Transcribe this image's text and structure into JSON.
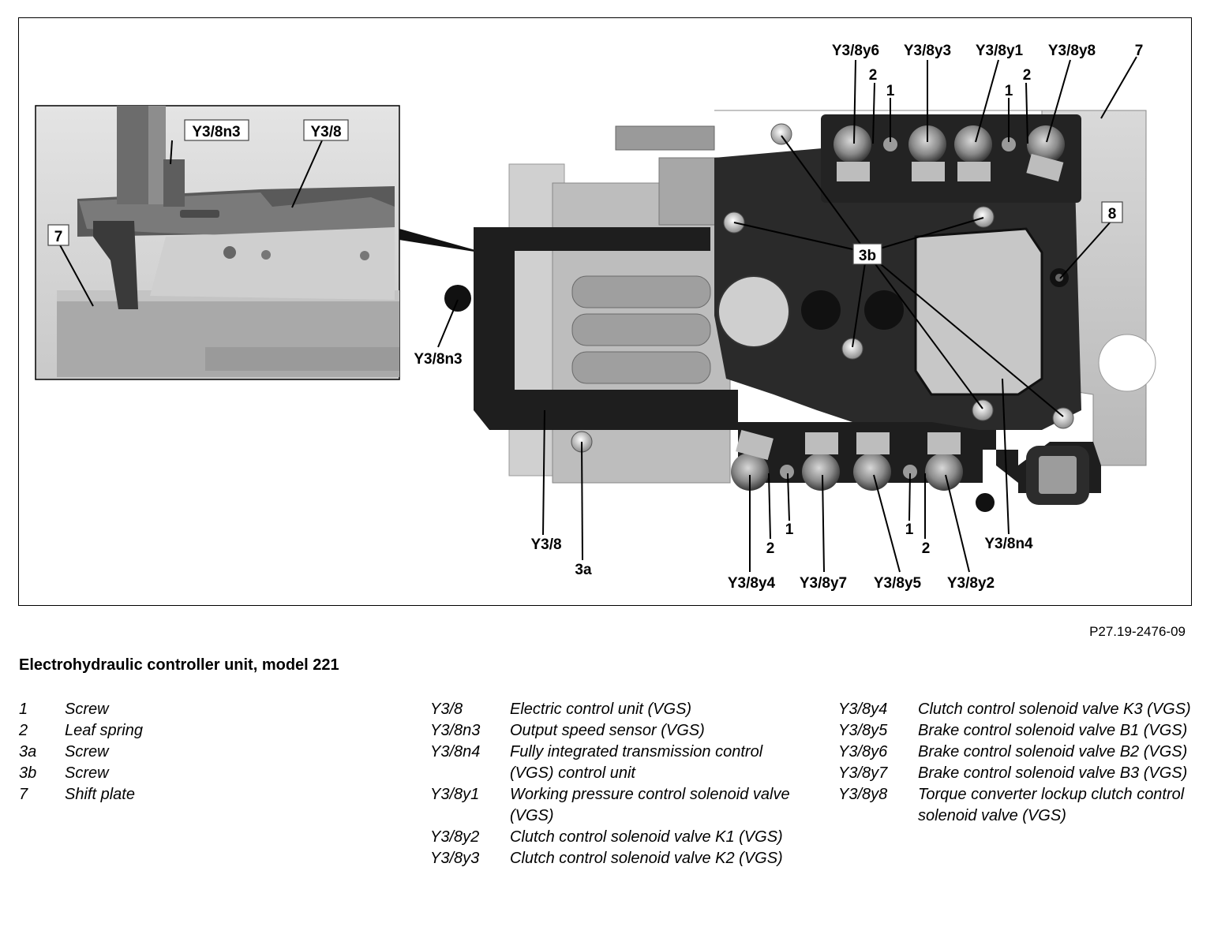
{
  "figure": {
    "id": "P27.19-2476-09",
    "caption": "Electrohydraulic controller unit, model 221"
  },
  "callouts": {
    "inset_y3_8n3": "Y3/8n3",
    "inset_y3_8": "Y3/8",
    "inset_7": "7",
    "y3_8y6": "Y3/8y6",
    "y3_8y3": "Y3/8y3",
    "y3_8y1": "Y3/8y1",
    "y3_8y8": "Y3/8y8",
    "top_7": "7",
    "top_2a": "2",
    "top_1a": "1",
    "top_1b": "1",
    "top_2b": "2",
    "eight": "8",
    "three_b": "3b",
    "y3_8n3": "Y3/8n3",
    "y3_8": "Y3/8",
    "three_a": "3a",
    "bot_2a": "2",
    "bot_1a": "1",
    "bot_1b": "1",
    "bot_2b": "2",
    "y3_8y4": "Y3/8y4",
    "y3_8y7": "Y3/8y7",
    "y3_8y5": "Y3/8y5",
    "y3_8y2": "Y3/8y2",
    "y3_8n4": "Y3/8n4"
  },
  "legend": {
    "col1": [
      {
        "code": "1",
        "desc": "Screw"
      },
      {
        "code": "2",
        "desc": "Leaf spring"
      },
      {
        "code": "3a",
        "desc": "Screw"
      },
      {
        "code": "3b",
        "desc": "Screw"
      },
      {
        "code": "7",
        "desc": "Shift plate"
      }
    ],
    "col2": [
      {
        "code": "Y3/8",
        "desc": "Electric control unit (VGS)"
      },
      {
        "code": "Y3/8n3",
        "desc": "Output speed sensor (VGS)"
      },
      {
        "code": "Y3/8n4",
        "desc": "Fully integrated transmission control (VGS) control unit"
      },
      {
        "code": "Y3/8y1",
        "desc": "Working pressure control solenoid valve (VGS)"
      },
      {
        "code": "Y3/8y2",
        "desc": "Clutch control solenoid valve K1 (VGS)"
      },
      {
        "code": "Y3/8y3",
        "desc": "Clutch control solenoid valve K2 (VGS)"
      }
    ],
    "col3": [
      {
        "code": "Y3/8y4",
        "desc": "Clutch control solenoid valve K3 (VGS)"
      },
      {
        "code": "Y3/8y5",
        "desc": "Brake control solenoid valve B1 (VGS)"
      },
      {
        "code": "Y3/8y6",
        "desc": "Brake control solenoid valve B2 (VGS)"
      },
      {
        "code": "Y3/8y7",
        "desc": "Brake control solenoid valve B3 (VGS)"
      },
      {
        "code": "Y3/8y8",
        "desc": "Torque converter lockup clutch control solenoid valve (VGS)"
      }
    ]
  }
}
